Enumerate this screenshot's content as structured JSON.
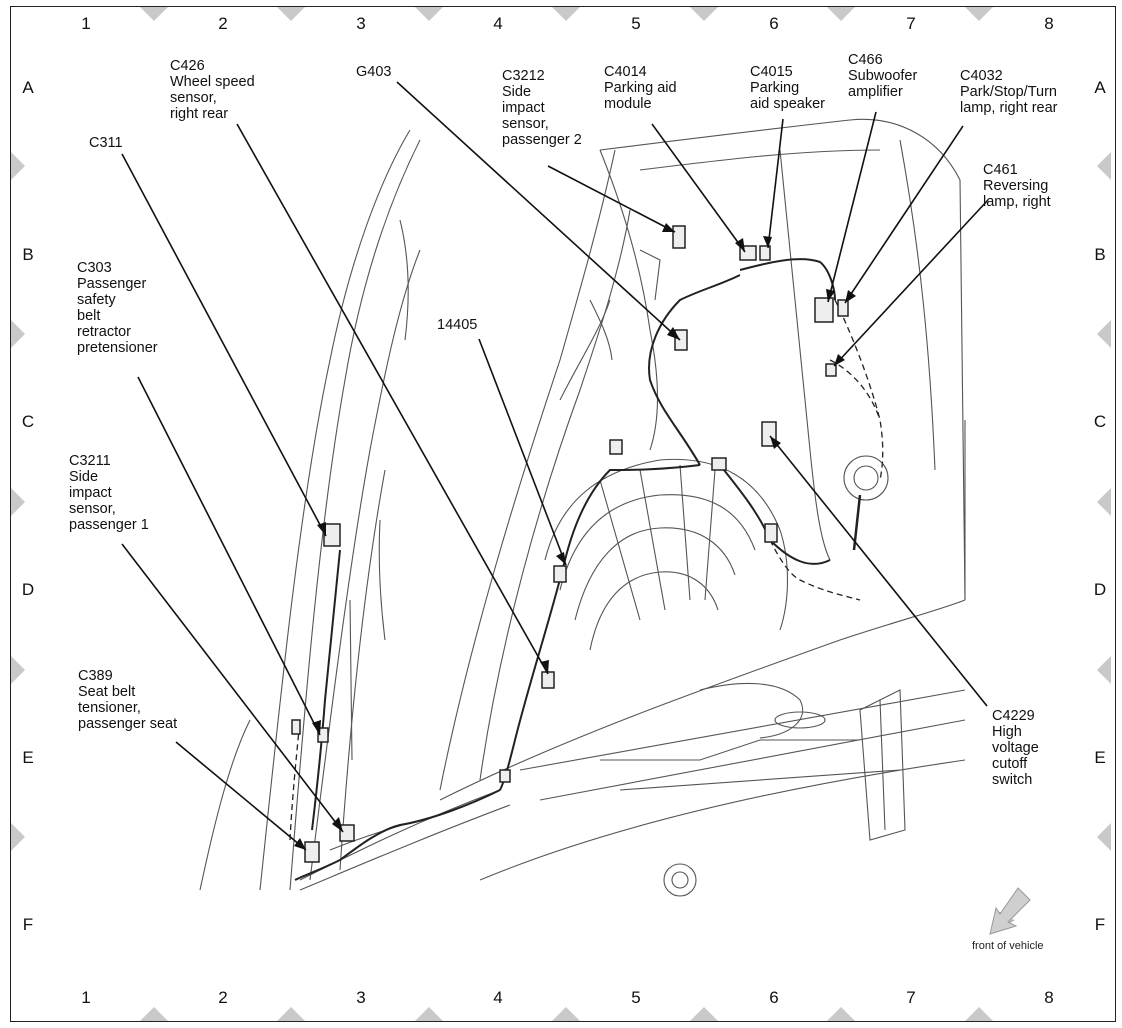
{
  "grid": {
    "columns": [
      "1",
      "2",
      "3",
      "4",
      "5",
      "6",
      "7",
      "8"
    ],
    "rows": [
      "A",
      "B",
      "C",
      "D",
      "E",
      "F"
    ]
  },
  "callouts": {
    "c426": [
      "C426",
      "Wheel speed",
      "sensor,",
      "right rear"
    ],
    "c311": [
      "C311"
    ],
    "c303": [
      "C303",
      "Passenger",
      "safety",
      "belt",
      "retractor",
      "pretensioner"
    ],
    "c3211": [
      "C3211",
      "Side",
      "impact",
      "sensor,",
      "passenger 1"
    ],
    "c389": [
      "C389",
      "Seat belt",
      "tensioner,",
      "passenger seat"
    ],
    "g403": [
      "G403"
    ],
    "c3212": [
      "C3212",
      "Side",
      "impact",
      "sensor,",
      "passenger 2"
    ],
    "c4014": [
      "C4014",
      "Parking aid",
      "module"
    ],
    "c4015": [
      "C4015",
      "Parking",
      "aid speaker"
    ],
    "c466": [
      "C466",
      "Subwoofer",
      "amplifier"
    ],
    "c4032": [
      "C4032",
      "Park/Stop/Turn",
      "lamp, right rear"
    ],
    "c461": [
      "C461",
      "Reversing",
      "lamp, right"
    ],
    "w14405": [
      "14405"
    ],
    "c4229": [
      "C4229",
      "High",
      "voltage",
      "cutoff",
      "switch"
    ]
  },
  "front_indicator": {
    "label": "front of vehicle",
    "icon": "arrow-down-left-icon"
  },
  "colors": {
    "line": "#111111",
    "grid_marker": "#c9c9c9",
    "body_lines": "#555555",
    "fill_light": "#eeeeee"
  }
}
